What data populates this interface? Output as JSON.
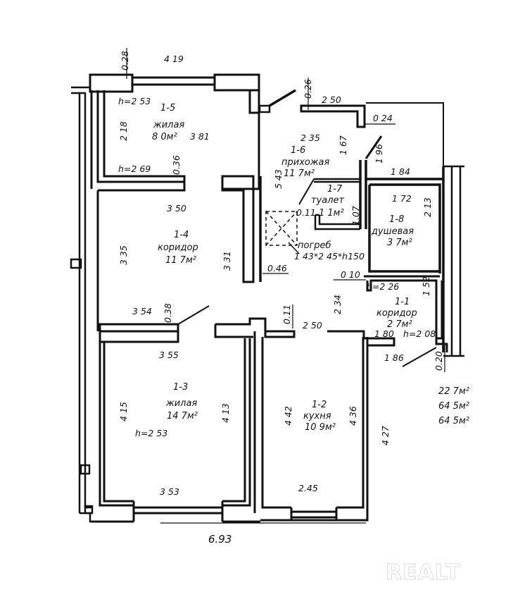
{
  "plan": {
    "title_dims": {
      "top_width": "4 19",
      "bottom_width": "6.93",
      "top_wall": "0.28"
    },
    "rooms": [
      {
        "id": "1-5",
        "name": "жилая",
        "area": "8 0м²",
        "height": "h=2 53",
        "height2": "h=2 69",
        "dims": [
          "2 18",
          "3 81",
          "0.36"
        ]
      },
      {
        "id": "1-6",
        "name": "прихожая",
        "area": "11 7м²",
        "dims": [
          "2 35",
          "1 67",
          "5 43"
        ]
      },
      {
        "id": "1-7",
        "name": "туалет",
        "area": "1 1м²",
        "dims": [
          "0.11",
          "1.07"
        ]
      },
      {
        "id": "1-8",
        "name": "душевая",
        "area": "3 7м²",
        "dims": [
          "1 72",
          "2 13",
          "1 96",
          "1 84"
        ]
      },
      {
        "id": "1-4",
        "name": "коридор",
        "area": "11 7м²",
        "dims": [
          "3 50",
          "3 35",
          "3 31",
          "3 54",
          "0.38",
          "0.46"
        ]
      },
      {
        "id": "1-1",
        "name": "коридор",
        "area": "2 7м²",
        "height": "h=2 26",
        "height2": "h=2 08",
        "dims": [
          "2 34",
          "1 52",
          "0 10",
          "1 80",
          "1 86",
          "0.20"
        ]
      },
      {
        "id": "1-3",
        "name": "жилая",
        "area": "14 7м²",
        "height": "h=2 53",
        "dims": [
          "3 55",
          "4 15",
          "4 13",
          "3 53"
        ]
      },
      {
        "id": "1-2",
        "name": "кухня",
        "area": "10 9м²",
        "dims": [
          "2 50",
          "4 42",
          "4 36",
          "2.45",
          "4 27",
          "0.11"
        ]
      }
    ],
    "entry_dims": {
      "width": "2 50",
      "wall": "0.26",
      "side": "0 24"
    },
    "cellar": {
      "label": "погреб",
      "size": "1 43*2 45*h150"
    },
    "totals": [
      "22 7м²",
      "64 5м²",
      "64 5м²"
    ],
    "watermark": "REALT"
  }
}
